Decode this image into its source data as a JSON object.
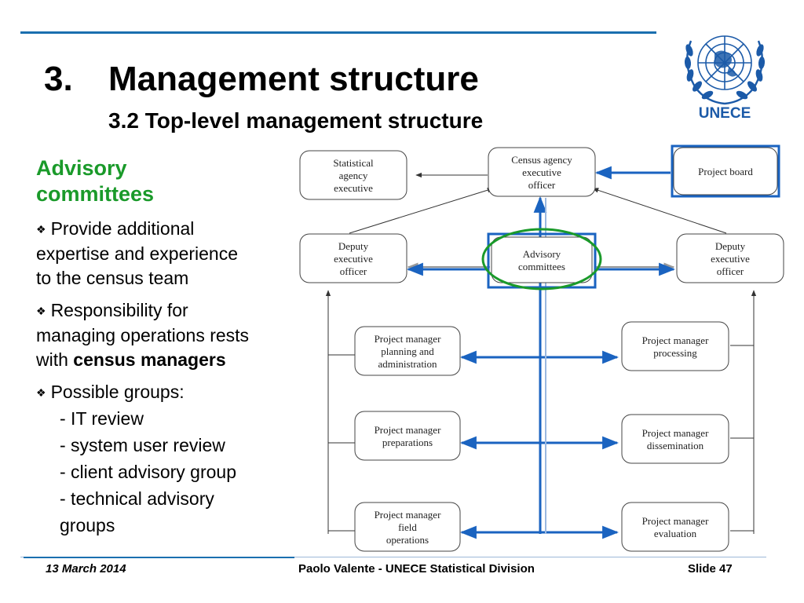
{
  "slide": {
    "title_number": "3.",
    "title": "Management structure",
    "subtitle": "3.2 Top-level management structure",
    "logo_text": "UNECE",
    "accent_color": "#1a6faf",
    "heading_color": "#1a9a2a"
  },
  "content": {
    "heading_line1": "Advisory",
    "heading_line2": "committees",
    "bullet1_line1": "Provide additional",
    "bullet1_line2": "expertise and experience",
    "bullet1_line3": "to the census team",
    "bullet2_line1": "Responsibility for",
    "bullet2_line2": "managing operations rests",
    "bullet2_line3_prefix": "with ",
    "bullet2_line3_bold": "census managers",
    "bullet3_line1": "Possible groups:",
    "groups": [
      "- IT review",
      "- system user review",
      "- client advisory group",
      "- technical advisory",
      "groups"
    ]
  },
  "diagram": {
    "stat_agency_exec": [
      "Statistical",
      "agency",
      "executive"
    ],
    "census_officer": [
      "Census agency",
      "executive",
      "officer"
    ],
    "project_board": [
      "Project board"
    ],
    "deputy_left": [
      "Deputy",
      "executive",
      "officer"
    ],
    "advisory": [
      "Advisory",
      "committees"
    ],
    "deputy_right": [
      "Deputy",
      "executive",
      "officer"
    ],
    "pm_planning": [
      "Project manager",
      "planning and",
      "administration"
    ],
    "pm_processing": [
      "Project manager",
      "processing"
    ],
    "pm_preparations": [
      "Project manager",
      "preparations"
    ],
    "pm_dissemination": [
      "Project manager",
      "dissemination"
    ],
    "pm_field": [
      "Project manager",
      "field",
      "operations"
    ],
    "pm_evaluation": [
      "Project manager",
      "evaluation"
    ],
    "highlight_blue": "#1a63c0",
    "highlight_green": "#1a9a2a"
  },
  "footer": {
    "date": "13 March 2014",
    "center": "Paolo Valente - UNECE Statistical Division",
    "slide": "Slide 47"
  }
}
